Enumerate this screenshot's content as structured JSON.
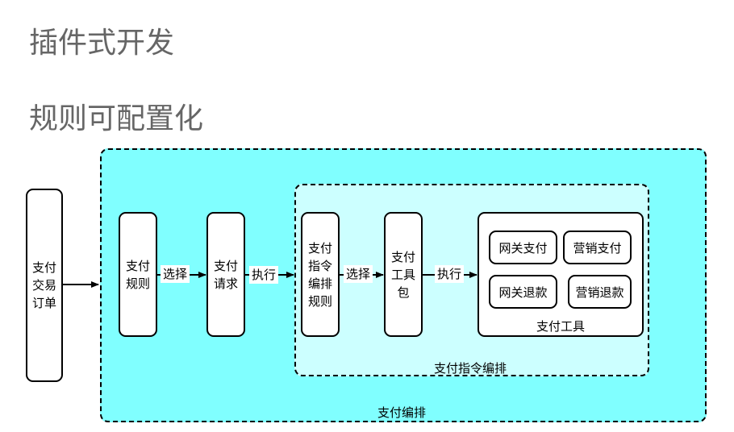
{
  "headings": {
    "plugin_dev": "插件式开发",
    "rule_config": "规则可配置化"
  },
  "regions": {
    "outer_label": "支付编排",
    "inner_label": "支付指令编排"
  },
  "nodes": {
    "order": [
      "支付",
      "交易",
      "订单"
    ],
    "rule": [
      "支付",
      "规则"
    ],
    "request": [
      "支付",
      "请求"
    ],
    "instruction_rule": [
      "支付",
      "指令",
      "编排",
      "规则"
    ],
    "toolkit": [
      "支付",
      "工具",
      "包"
    ]
  },
  "tools": {
    "label": "支付工具",
    "gateway_pay": "网关支付",
    "marketing_pay": "营销支付",
    "gateway_refund": "网关退款",
    "marketing_refund": "营销退款"
  },
  "edges": {
    "select_1": "选择",
    "execute_1": "执行",
    "select_2": "选择",
    "execute_2": "执行"
  },
  "colors": {
    "outer_fill": "#80ffff",
    "inner_fill": "#ccffff",
    "heading": "#666666"
  }
}
